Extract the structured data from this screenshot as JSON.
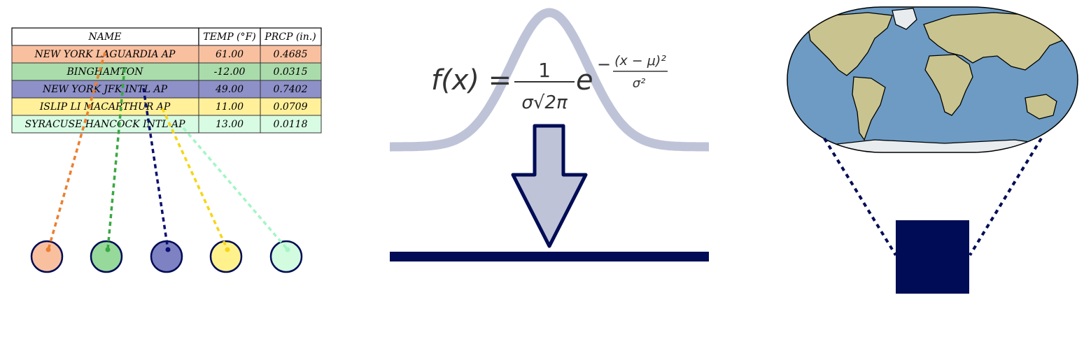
{
  "table": {
    "columns": [
      "NAME",
      "TEMP (°F)",
      "PRCP (in.)"
    ],
    "rows": [
      {
        "name": "NEW YORK LAGUARDIA AP",
        "temp": "61.00",
        "prcp": "0.4685",
        "fill": "#f9c0a0",
        "line": "#ec7f2f",
        "circle": "#f9c0a0"
      },
      {
        "name": "BINGHAMTON",
        "temp": "-12.00",
        "prcp": "0.0315",
        "fill": "#aadcab",
        "line": "#3aa843",
        "circle": "#97d89b"
      },
      {
        "name": "NEW YORK JFK INTL AP",
        "temp": "49.00",
        "prcp": "0.7402",
        "fill": "#8e90c8",
        "line": "#0a1070",
        "circle": "#7e82c2"
      },
      {
        "name": "ISLIP LI MACARTHUR AP",
        "temp": "11.00",
        "prcp": "0.0709",
        "fill": "#fff099",
        "line": "#f5d616",
        "circle": "#fff28c"
      },
      {
        "name": "SYRACUSE HANCOCK INTL AP",
        "temp": "13.00",
        "prcp": "0.0118",
        "fill": "#d8fbe3",
        "line": "#a5f5c5",
        "circle": "#d2fbe0"
      }
    ]
  },
  "formula": {
    "lhs": "f(x) =",
    "numerator": "1",
    "denominator": "σ√2π",
    "base": "e",
    "exponent_sign": "−",
    "exponent_numerator": "(x − μ)²",
    "exponent_denominator": "σ²",
    "curve_color": "#bfc3d8",
    "arrow_fill": "#bfc3d8",
    "dark_color": "#000c55"
  },
  "map": {
    "ocean_color": "#6d9bc3",
    "land_color": "#c9c48f",
    "square_color": "#000c55"
  }
}
